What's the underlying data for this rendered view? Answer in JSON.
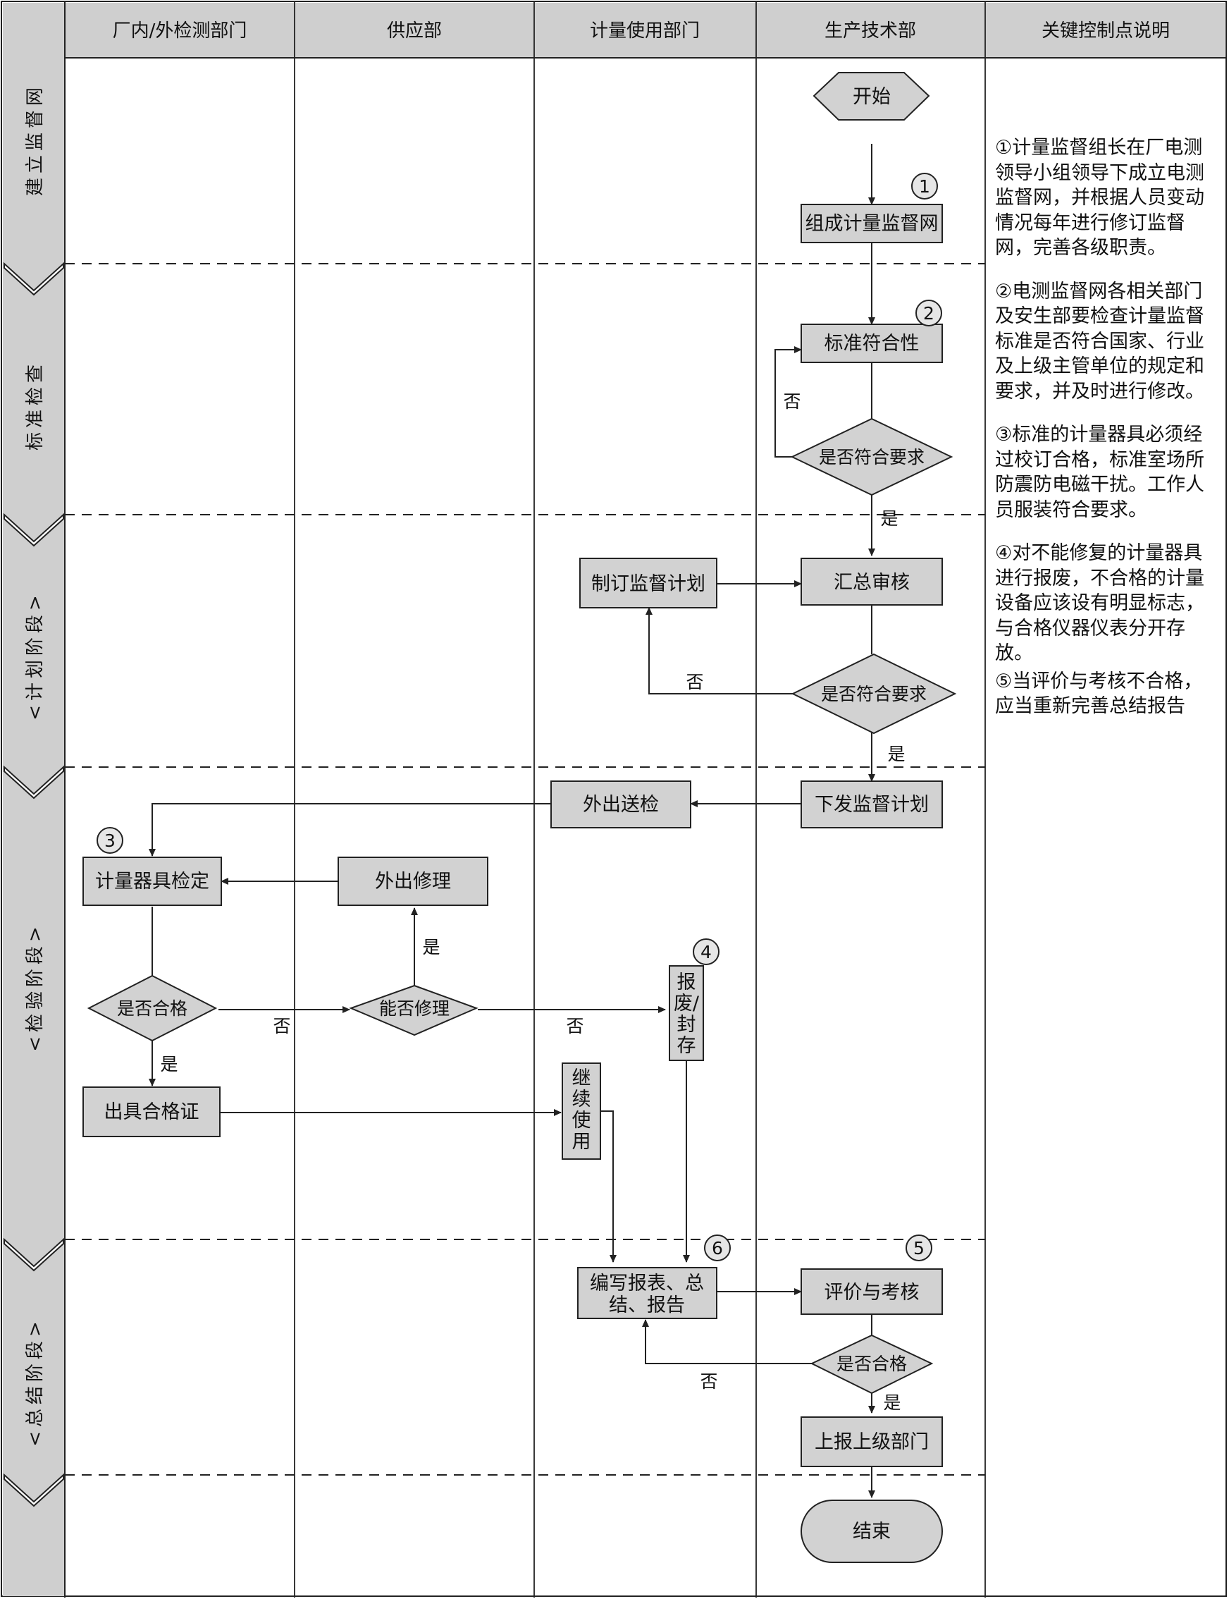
{
  "columns": [
    "厂内/外检测部门",
    "供应部",
    "计量使用部门",
    "生产技术部",
    "关键控制点说明"
  ],
  "stages": [
    "建立监督网",
    "标准检查",
    "<计划阶段>",
    "<检验阶段>",
    "<总结阶段>"
  ],
  "nodes": {
    "start": "开始",
    "form_network": "组成计量监督网",
    "std_conform": "标准符合性",
    "decision1": "是否符合要求",
    "make_plan": "制订监督计划",
    "summary_review": "汇总审核",
    "decision2": "是否符合要求",
    "send_out": "外出送检",
    "issue_plan": "下发监督计划",
    "verify": "计量器具检定",
    "repair_out": "外出修理",
    "is_qualified": "是否合格",
    "can_repair": "能否修理",
    "scrap_line1": "报",
    "scrap_line2": "废/",
    "scrap_line3": "封",
    "scrap_line4": "存",
    "certificate": "出具合格证",
    "continue1": "继",
    "continue2": "续",
    "continue3": "使",
    "continue4": "用",
    "report_line1": "编写报表、总",
    "report_line2": "结、报告",
    "evaluate": "评价与考核",
    "decision3": "是否合格",
    "report_up": "上报上级部门",
    "end": "结束"
  },
  "labels": {
    "yes": "是",
    "no": "否"
  },
  "markers": [
    "1",
    "2",
    "3",
    "4",
    "5",
    "6"
  ],
  "notes": [
    "①计量监督组长在厂电测领导小组领导下成立电测监督网，并根据人员变动情况每年进行修订监督网，完善各级职责。",
    "②电测监督网各相关部门及安生部要检查计量监督标准是否符合国家、行业及上级主管单位的规定和要求，并及时进行修改。",
    "③标准的计量器具必须经过校订合格，标准室场所防震防电磁干扰。工作人员服装符合要求。",
    "④对不能修复的计量器具进行报废，不合格的计量设备应该设有明显标志，与合格仪器仪表分开存放。",
    "⑤当评价与考核不合格，应当重新完善总结报告"
  ],
  "colors": {
    "box_fill": "#d2d2d2",
    "header_fill": "#cfcfcf",
    "stage_fill": "#cfcfcf",
    "line": "#222222"
  }
}
